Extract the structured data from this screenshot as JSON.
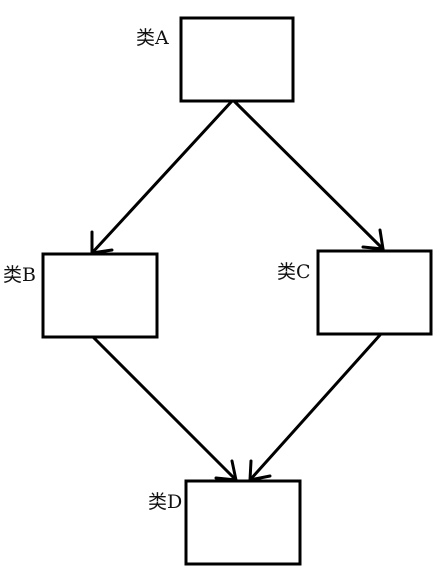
{
  "nodes": {
    "a": {
      "label": "类A"
    },
    "b": {
      "label": "类B"
    },
    "c": {
      "label": "类C"
    },
    "d": {
      "label": "类D"
    }
  },
  "edges": [
    {
      "from": "a",
      "to": "b"
    },
    {
      "from": "a",
      "to": "c"
    },
    {
      "from": "b",
      "to": "d"
    },
    {
      "from": "c",
      "to": "d"
    }
  ]
}
